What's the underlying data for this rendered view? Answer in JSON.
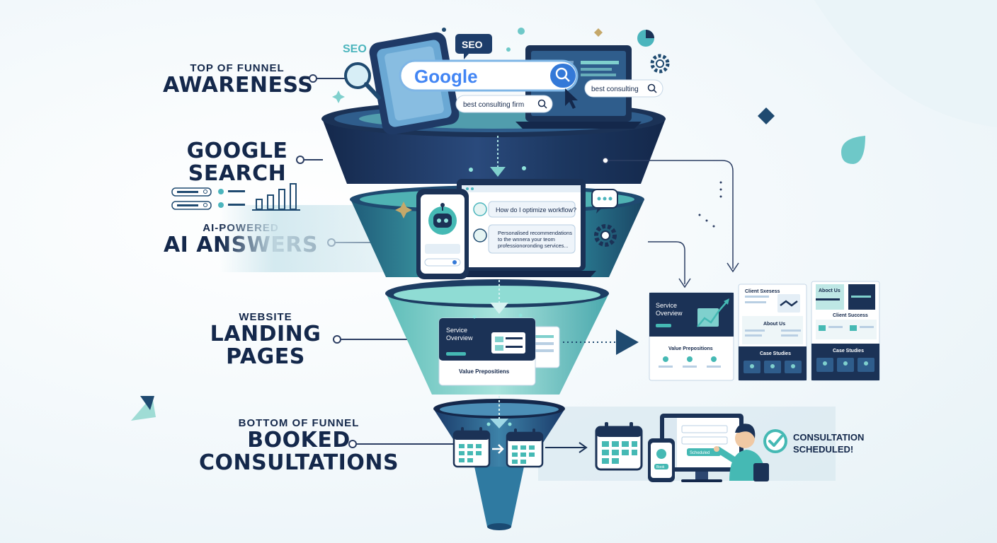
{
  "stages": {
    "awareness": {
      "sub": "TOP OF FUNNEL",
      "main": "AWARENESS"
    },
    "google": {
      "line1": "GOOGLE",
      "line2": "SEARCH"
    },
    "ai": {
      "sub": "AI-POWERED",
      "main": "AI ANSWERS"
    },
    "landing": {
      "sub": "WEBSITE",
      "line1": "LANDING",
      "line2": "PAGES"
    },
    "booked": {
      "sub": "BOTTOM OF FUNNEL",
      "line1": "BOOKED",
      "line2": "CONSULTATIONS"
    }
  },
  "top": {
    "seo_tag_1": "SEO",
    "seo_tag_2": "SEO",
    "search_logo": "Google",
    "query_1": "best consulting firm",
    "query_2": "best consulting"
  },
  "ai_panel": {
    "question": "How do I optimize workflow?",
    "answer_1": "Personalised recommendations",
    "answer_2": "to the wnnera your teom",
    "answer_3": "professionoronding services..."
  },
  "landing_panel": {
    "title_1": "Service",
    "title_2": "Overview",
    "value_props": "Value Prepositiens"
  },
  "pages": {
    "p1_title_1": "Service",
    "p1_title_2": "Overview",
    "p1_section": "Value Prepositions",
    "p2_title": "Client Sxesess",
    "p2_about": "About Us",
    "p2_cases": "Case Studies",
    "p3_about": "Aboct Us",
    "p3_clients": "Client Success",
    "p3_cases": "Case Studies"
  },
  "booking": {
    "button": "Scheduled",
    "status_1": "CONSULTATION",
    "status_2": "SCHEDULED!",
    "phone_btn": "Book"
  },
  "colors": {
    "navy": "#14284b",
    "teal": "#45b9b4",
    "light_teal": "#a9e2dc",
    "blue": "#2f6fd6"
  }
}
